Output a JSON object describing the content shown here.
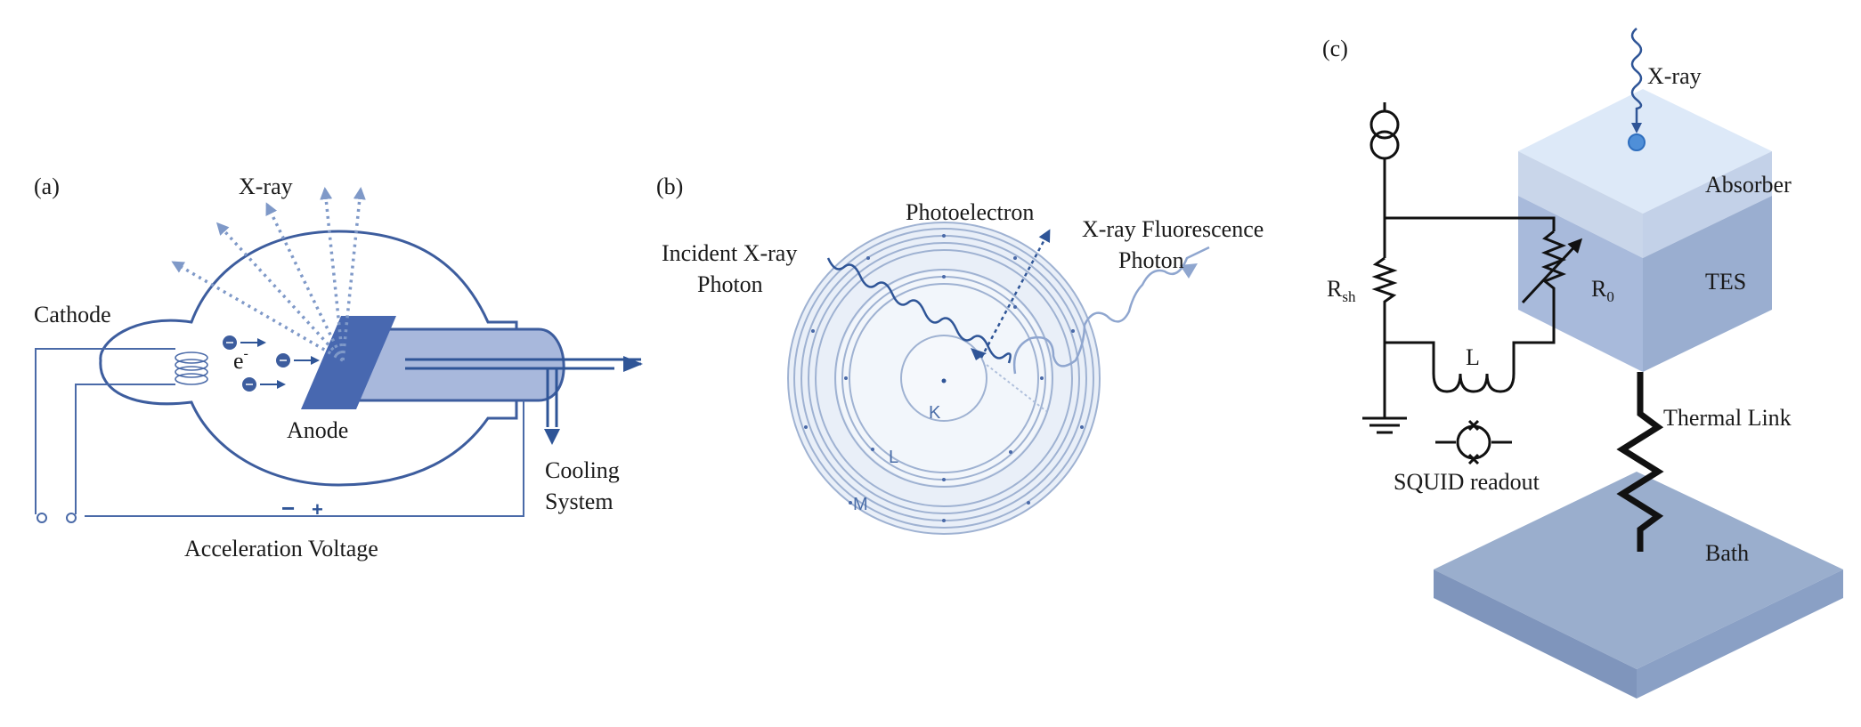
{
  "panel_a": {
    "tag": "(a)",
    "xray": "X-ray",
    "cathode": "Cathode",
    "electron": "e",
    "electron_sup": "-",
    "anode": "Anode",
    "cooling_1": "Cooling",
    "cooling_2": "System",
    "minus": "−",
    "plus": "+",
    "voltage": "Acceleration Voltage"
  },
  "panel_b": {
    "tag": "(b)",
    "photoelectron": "Photoelectron",
    "incident_1": "Incident X-ray",
    "incident_2": "Photon",
    "fluor_1": "X-ray Fluorescence",
    "fluor_2": "Photon",
    "shell_k": "K",
    "shell_l": "L",
    "shell_m": "M"
  },
  "panel_c": {
    "tag": "(c)",
    "xray": "X-ray",
    "absorber": "Absorber",
    "tes": "TES",
    "rsh": "R",
    "rsh_sub": "sh",
    "r0": "R",
    "r0_sub": "0",
    "inductor": "L",
    "squid": "SQUID readout",
    "thermal_link": "Thermal Link",
    "bath": "Bath"
  },
  "colors": {
    "tube_stroke": "#4a6aa8",
    "anode": "#4868b0",
    "arm": "#a8b8dc",
    "shell": "#9fb2d2",
    "absorber_top": "#dde9f8",
    "tes_face": "#9aaed0",
    "bath": "#9aaecd"
  }
}
